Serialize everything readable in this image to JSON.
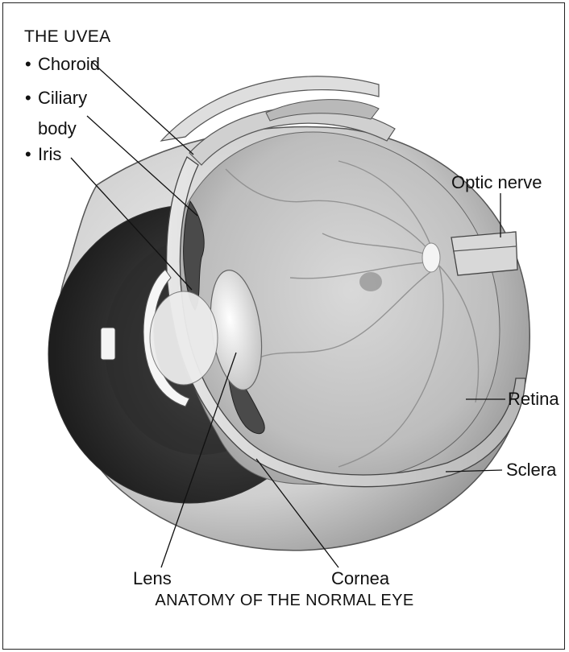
{
  "heading": "THE UVEA",
  "uvea_parts": [
    {
      "bullet": "•",
      "label": "Choroid"
    },
    {
      "bullet": "•",
      "label": "Ciliary"
    },
    {
      "bullet": "•",
      "label": "Iris"
    }
  ],
  "ciliary_line2": "body",
  "labels": {
    "optic_nerve": "Optic nerve",
    "retina": "Retina",
    "sclera": "Sclera",
    "lens": "Lens",
    "cornea": "Cornea"
  },
  "caption": "ANATOMY OF THE NORMAL EYE"
}
